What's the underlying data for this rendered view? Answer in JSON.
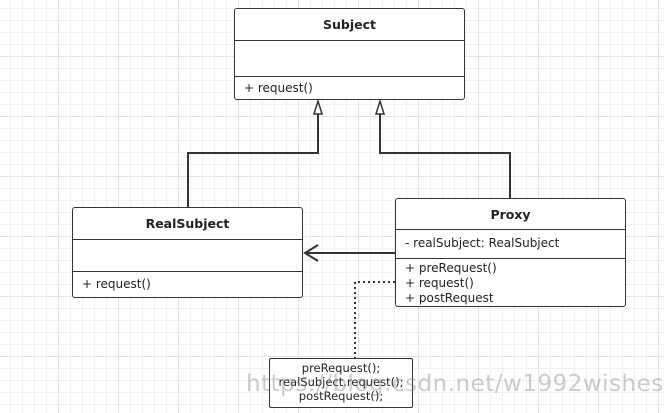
{
  "classes": {
    "subject": {
      "name": "Subject",
      "attributes": [],
      "methods": [
        "+ request()"
      ]
    },
    "real_subject": {
      "name": "RealSubject",
      "attributes": [],
      "methods": [
        "+ request()"
      ]
    },
    "proxy": {
      "name": "Proxy",
      "attributes": [
        "- realSubject: RealSubject"
      ],
      "methods": [
        "+ preRequest()",
        "+ request()",
        "+ postRequest"
      ]
    }
  },
  "note": {
    "lines": [
      "preRequest();",
      "realSubject.request();",
      "postRequest();"
    ]
  },
  "watermark": "https://blog.csdn.net/w1992wishes"
}
